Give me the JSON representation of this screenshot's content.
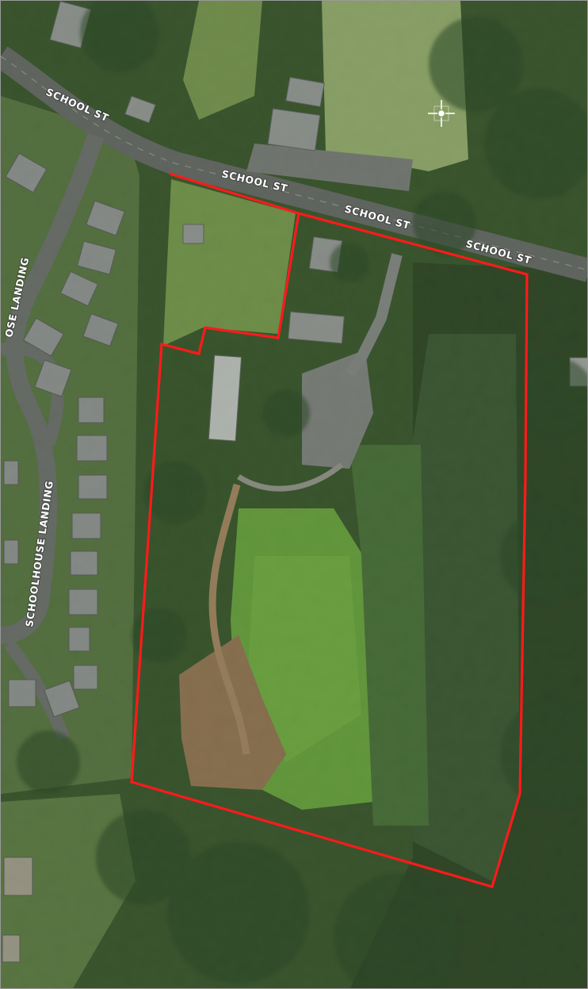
{
  "map": {
    "type": "aerial-satellite",
    "roads": {
      "school_st_labels": [
        "SCHOOL ST",
        "SCHOOL ST",
        "SCHOOL ST",
        "SCHOOL ST"
      ],
      "schoolhouse_labels": [
        "OSE LANDING",
        "SCHOOLHOUSE LANDING"
      ]
    },
    "overlay": {
      "boundary_color": "#ff1a1a",
      "icon": "crosshair-move-icon"
    },
    "colors": {
      "forest_dark": "#1f3a1a",
      "forest": "#34562a",
      "meadow": "#5f9a3a",
      "lawn": "#7fa859",
      "road": "#5b5e60",
      "dirt": "#8a6a4c"
    }
  }
}
